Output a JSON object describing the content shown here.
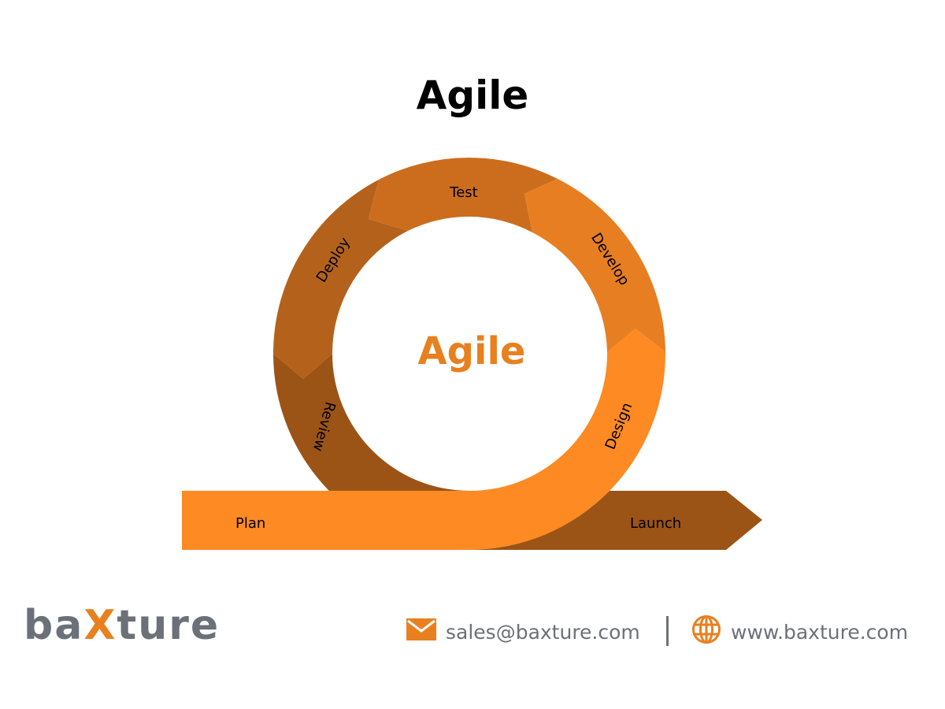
{
  "title": "Agile",
  "diagram": {
    "center_label": "Agile",
    "center_color": "#e8801f",
    "stages": [
      {
        "label": "Plan",
        "color": "#fd8a22"
      },
      {
        "label": "Design",
        "color": "#fd8a22"
      },
      {
        "label": "Develop",
        "color": "#e77e21"
      },
      {
        "label": "Test",
        "color": "#cc6d1e"
      },
      {
        "label": "Deploy",
        "color": "#b4621b"
      },
      {
        "label": "Review",
        "color": "#9b5416"
      },
      {
        "label": "Launch",
        "color": "#9b5416"
      }
    ]
  },
  "footer": {
    "logo": {
      "prefix": "ba",
      "highlight": "X",
      "suffix": "ture"
    },
    "email": "sales@baxture.com",
    "separator": "|",
    "website": "www.baxture.com",
    "icons": {
      "email": "envelope-icon",
      "website": "globe-icon"
    },
    "accent_color": "#e8801f",
    "text_color": "#6b7079"
  }
}
